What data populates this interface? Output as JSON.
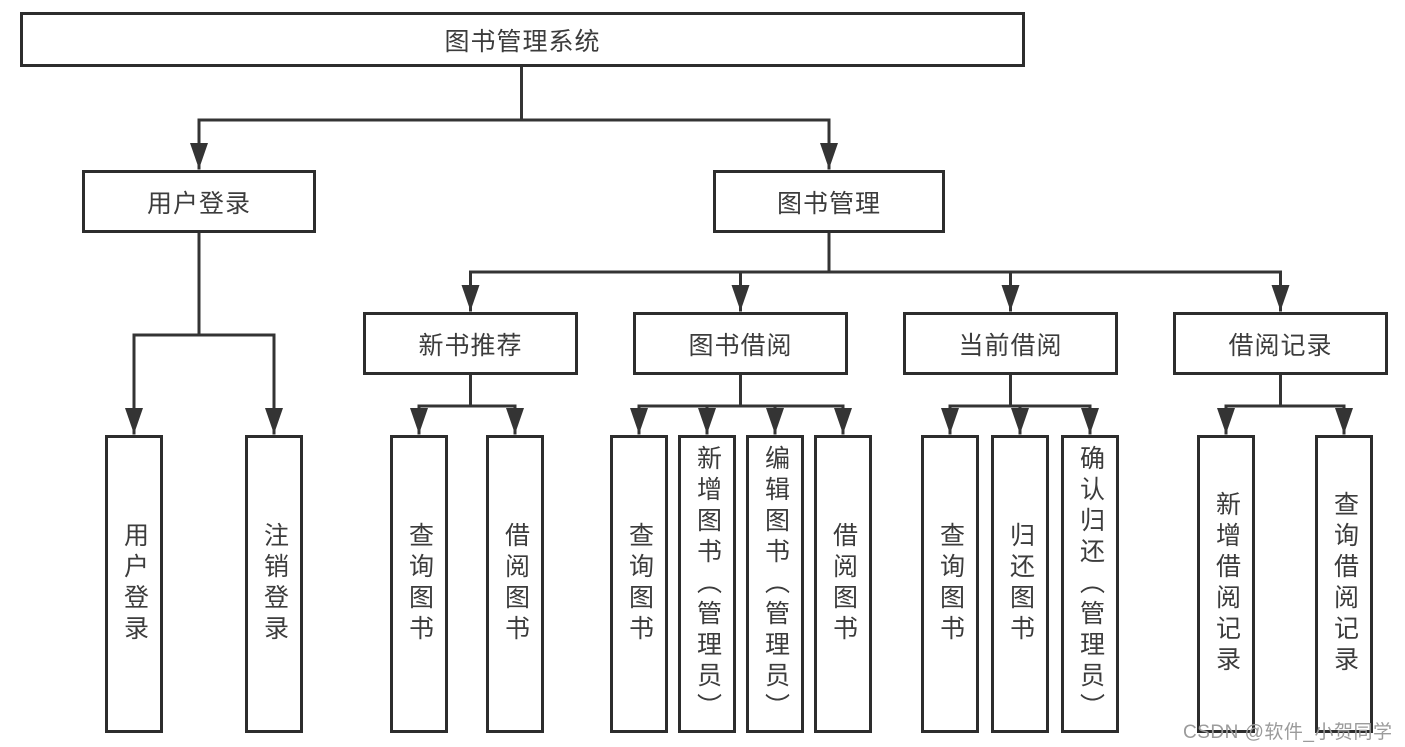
{
  "diagram": {
    "type": "hierarchy-diagram",
    "root": {
      "label": "图书管理系统"
    },
    "branches": [
      {
        "label": "用户登录",
        "children": [
          {
            "label": "用户登录"
          },
          {
            "label": "注销登录"
          }
        ]
      },
      {
        "label": "图书管理",
        "children": [
          {
            "label": "新书推荐",
            "children": [
              {
                "label": "查询图书"
              },
              {
                "label": "借阅图书"
              }
            ]
          },
          {
            "label": "图书借阅",
            "children": [
              {
                "label": "查询图书"
              },
              {
                "label": "新增图书（管理员）"
              },
              {
                "label": "编辑图书（管理员）"
              },
              {
                "label": "借阅图书"
              }
            ]
          },
          {
            "label": "当前借阅",
            "children": [
              {
                "label": "查询图书"
              },
              {
                "label": "归还图书"
              },
              {
                "label": "确认归还（管理员）"
              }
            ]
          },
          {
            "label": "借阅记录",
            "children": [
              {
                "label": "新增借阅记录"
              },
              {
                "label": "查询借阅记录"
              }
            ]
          }
        ]
      }
    ]
  },
  "watermark": {
    "text": "CSDN @软件_小贺同学",
    "color": "#9b9b9b"
  },
  "colors": {
    "background": "#ffffff",
    "box_border": "#2d2d2d",
    "line": "#343434",
    "text": "#3c3c3c"
  }
}
